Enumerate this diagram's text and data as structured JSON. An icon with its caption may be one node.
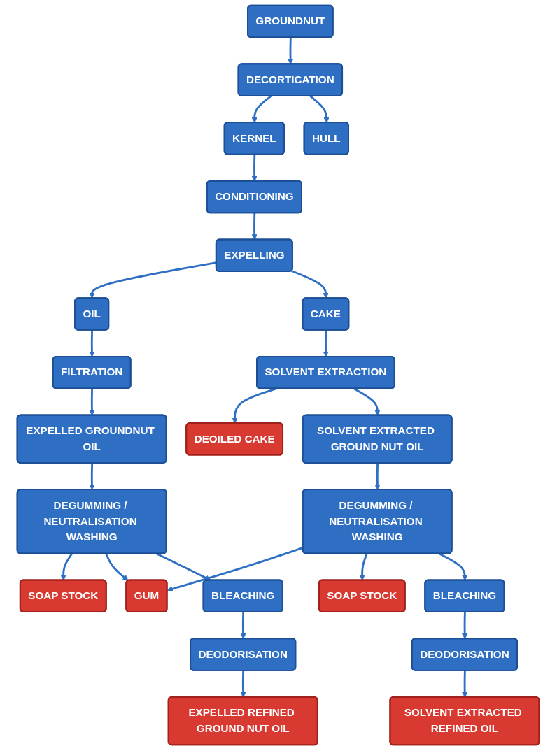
{
  "diagram": {
    "nodes": [
      {
        "text": [
          "GROUNDNUT"
        ]
      },
      {
        "text": [
          "DECORTICATION"
        ]
      },
      {
        "text": [
          "KERNEL"
        ]
      },
      {
        "text": [
          "HULL"
        ]
      },
      {
        "text": [
          "CONDITIONING"
        ]
      },
      {
        "text": [
          "EXPELLING"
        ]
      },
      {
        "text": [
          "OIL"
        ]
      },
      {
        "text": [
          "CAKE"
        ]
      },
      {
        "text": [
          "FILTRATION"
        ]
      },
      {
        "text": [
          "SOLVENT EXTRACTION"
        ]
      },
      {
        "text": [
          "DEOILED CAKE"
        ]
      },
      {
        "text": [
          "SOLVENT EXTRACTED GROUND NUT OIL"
        ]
      },
      {
        "text": [
          "EXPELLED GROUNDNUT OIL"
        ]
      },
      {
        "text": [
          "SOAP STOCK"
        ]
      },
      {
        "text": [
          "DEGUMMING / NEUTRALISATION WASHING"
        ]
      },
      {
        "text": [
          "GUM"
        ]
      },
      {
        "text": [
          "DEGUMMING / NEUTRALISATION WASHING"
        ]
      },
      {
        "text": [
          "SOAP STOCK"
        ]
      },
      {
        "text": [
          "BLEACHING"
        ]
      },
      {
        "text": [
          "BLEACHING"
        ]
      },
      {
        "text": [
          "DEODORISATION"
        ]
      },
      {
        "text": [
          "DEODORISATION"
        ]
      },
      {
        "text": [
          "EXPELLED REFINED GROUND NUT OIL"
        ]
      },
      {
        "text": [
          "SOLVENT EXTRACTED REFINED OIL"
        ]
      }
    ],
    "edges": [
      {
        "from": 0,
        "to": 1,
        "arrow": "to"
      },
      {
        "from": 1,
        "to": 2,
        "arrow": "to"
      },
      {
        "from": 1,
        "to": 3,
        "arrow": "to"
      },
      {
        "from": 2,
        "to": 4,
        "arrow": "to"
      },
      {
        "from": 4,
        "to": 5,
        "arrow": "to"
      },
      {
        "from": 5,
        "to": 6,
        "arrow": "to"
      },
      {
        "from": 5,
        "to": 7,
        "arrow": "to"
      },
      {
        "from": 6,
        "to": 8,
        "arrow": "to"
      },
      {
        "from": 7,
        "to": 9,
        "arrow": "to"
      },
      {
        "from": 9,
        "to": 10,
        "arrow": "to"
      },
      {
        "from": 9,
        "to": 11,
        "arrow": "to"
      },
      {
        "from": 8,
        "to": 12,
        "arrow": "to"
      },
      {
        "from": 11,
        "to": 16,
        "arrow": "to"
      },
      {
        "from": 12,
        "to": 14,
        "arrow": "to"
      },
      {
        "from": 14,
        "to": 13,
        "arrow": "to"
      },
      {
        "from": 14,
        "to": 15,
        "arrow": "to"
      },
      {
        "from": 16,
        "to": 15,
        "arrow": "to"
      },
      {
        "from": 16,
        "to": 17,
        "arrow": "to"
      },
      {
        "from": 14,
        "to": 18,
        "arrow": "to"
      },
      {
        "from": 16,
        "to": 19,
        "arrow": "to"
      },
      {
        "from": 18,
        "to": 20,
        "arrow": "to"
      },
      {
        "from": 19,
        "to": 21,
        "arrow": "to"
      },
      {
        "from": 20,
        "to": 22,
        "arrow": "to"
      },
      {
        "from": 21,
        "to": 23,
        "arrow": "to"
      }
    ]
  }
}
